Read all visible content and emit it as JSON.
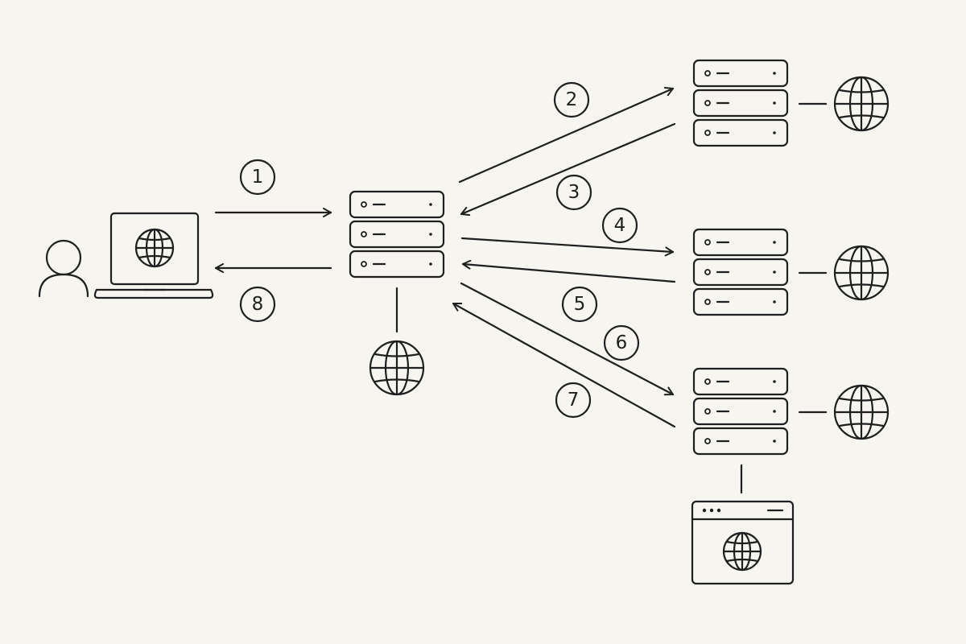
{
  "diagram": {
    "nodes": [
      {
        "id": "user",
        "icon": "user-icon"
      },
      {
        "id": "client-laptop",
        "icon": "laptop-globe-icon"
      },
      {
        "id": "central-server",
        "icon": "server-stack-icon"
      },
      {
        "id": "central-globe",
        "icon": "globe-icon"
      },
      {
        "id": "server-top",
        "icon": "server-stack-icon"
      },
      {
        "id": "server-middle",
        "icon": "server-stack-icon"
      },
      {
        "id": "server-bottom",
        "icon": "server-stack-icon"
      },
      {
        "id": "globe-top",
        "icon": "globe-icon"
      },
      {
        "id": "globe-middle",
        "icon": "globe-icon"
      },
      {
        "id": "globe-bottom",
        "icon": "globe-icon"
      },
      {
        "id": "browser-window",
        "icon": "browser-window-globe-icon"
      }
    ],
    "steps": [
      {
        "label": "1",
        "from": "client-laptop",
        "to": "central-server"
      },
      {
        "label": "2",
        "from": "central-server",
        "to": "server-top"
      },
      {
        "label": "3",
        "from": "server-top",
        "to": "central-server"
      },
      {
        "label": "4",
        "from": "central-server",
        "to": "server-middle"
      },
      {
        "label": "5",
        "from": "server-middle",
        "to": "central-server"
      },
      {
        "label": "6",
        "from": "central-server",
        "to": "server-bottom"
      },
      {
        "label": "7",
        "from": "server-bottom",
        "to": "central-server"
      },
      {
        "label": "8",
        "from": "central-server",
        "to": "client-laptop"
      }
    ],
    "links": [
      {
        "from": "central-server",
        "to": "central-globe"
      },
      {
        "from": "server-top",
        "to": "globe-top"
      },
      {
        "from": "server-middle",
        "to": "globe-middle"
      },
      {
        "from": "server-bottom",
        "to": "globe-bottom"
      },
      {
        "from": "server-bottom",
        "to": "browser-window"
      }
    ]
  }
}
